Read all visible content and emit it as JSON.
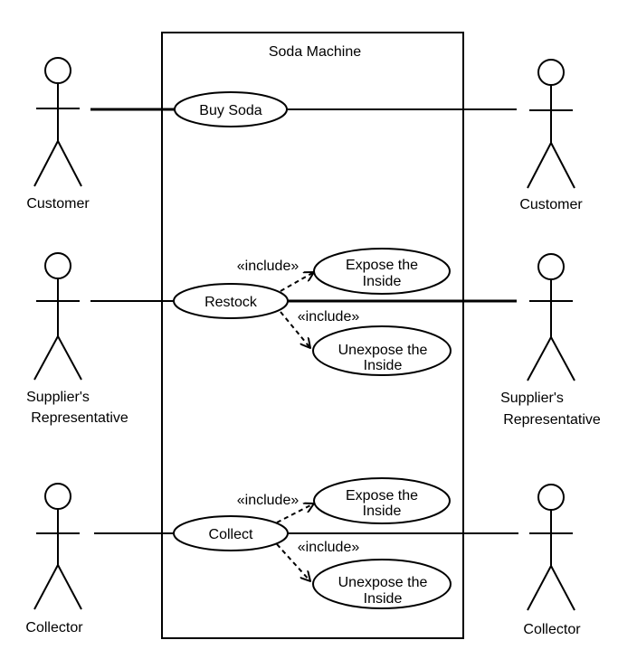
{
  "system": {
    "title": "Soda Machine"
  },
  "actors": {
    "customer_left": "Customer",
    "customer_right": "Customer",
    "supplier_left": [
      "Supplier's",
      "Representative"
    ],
    "supplier_right": [
      "Supplier's",
      "Representative"
    ],
    "collector_left": "Collector",
    "collector_right": "Collector"
  },
  "use_cases": {
    "buy_soda": "Buy Soda",
    "restock": "Restock",
    "collect": "Collect",
    "restock_expose": [
      "Expose the",
      "Inside"
    ],
    "restock_unexpose": [
      "Unexpose the",
      "Inside"
    ],
    "collect_expose": [
      "Expose the",
      "Inside"
    ],
    "collect_unexpose": [
      "Unexpose the",
      "Inside"
    ]
  },
  "relations": {
    "include_label": "«include»"
  }
}
